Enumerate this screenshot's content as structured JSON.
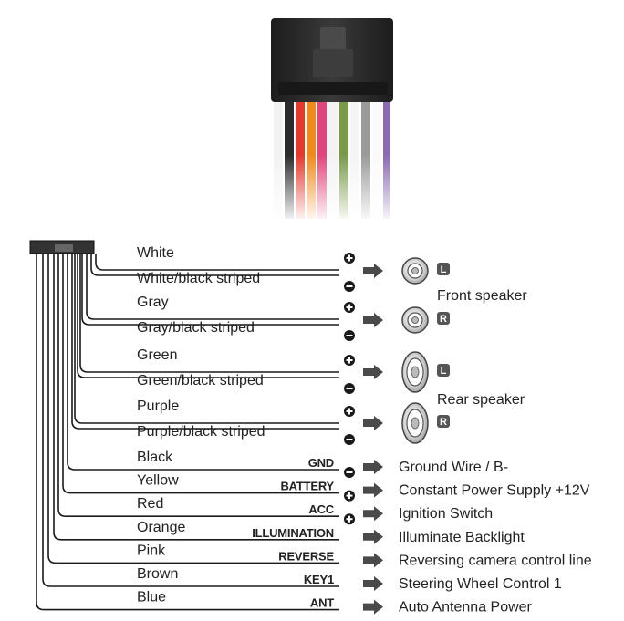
{
  "colors": {
    "line": "#1a1a1a",
    "arrow": "#4a4a4a",
    "badge": "#555555",
    "connector_body": "#2a2a2a"
  },
  "speaker_wires": [
    {
      "label": "White",
      "polarity": "plus"
    },
    {
      "label": "White/black striped",
      "polarity": "minus"
    },
    {
      "label": "Gray",
      "polarity": "plus"
    },
    {
      "label": "Gray/black striped",
      "polarity": "minus"
    },
    {
      "label": "Green",
      "polarity": "plus"
    },
    {
      "label": "Green/black striped",
      "polarity": "minus"
    },
    {
      "label": "Purple",
      "polarity": "plus"
    },
    {
      "label": "Purple/black striped",
      "polarity": "minus"
    }
  ],
  "speakers": [
    {
      "badge": "L",
      "shape": "round-icon"
    },
    {
      "badge": "R",
      "shape": "round-icon"
    },
    {
      "badge": "L",
      "shape": "oval-icon"
    },
    {
      "badge": "R",
      "shape": "oval-icon"
    }
  ],
  "speaker_groups": [
    "Front speaker",
    "Rear speaker"
  ],
  "function_wires": [
    {
      "label": "Black",
      "function": "GND",
      "polarity": "minus",
      "destination": "Ground Wire / B-"
    },
    {
      "label": "Yellow",
      "function": "BATTERY",
      "polarity": "plus",
      "destination": "Constant Power Supply +12V"
    },
    {
      "label": "Red",
      "function": "ACC",
      "polarity": "plus",
      "destination": "Ignition Switch"
    },
    {
      "label": "Orange",
      "function": "ILLUMINATION",
      "polarity": "",
      "destination": "Illuminate Backlight"
    },
    {
      "label": "Pink",
      "function": "REVERSE",
      "polarity": "",
      "destination": "Reversing camera control line"
    },
    {
      "label": "Brown",
      "function": "KEY1",
      "polarity": "",
      "destination": "Steering Wheel Control 1"
    },
    {
      "label": "Blue",
      "function": "ANT",
      "polarity": "",
      "destination": "Auto  Antenna Power"
    }
  ]
}
